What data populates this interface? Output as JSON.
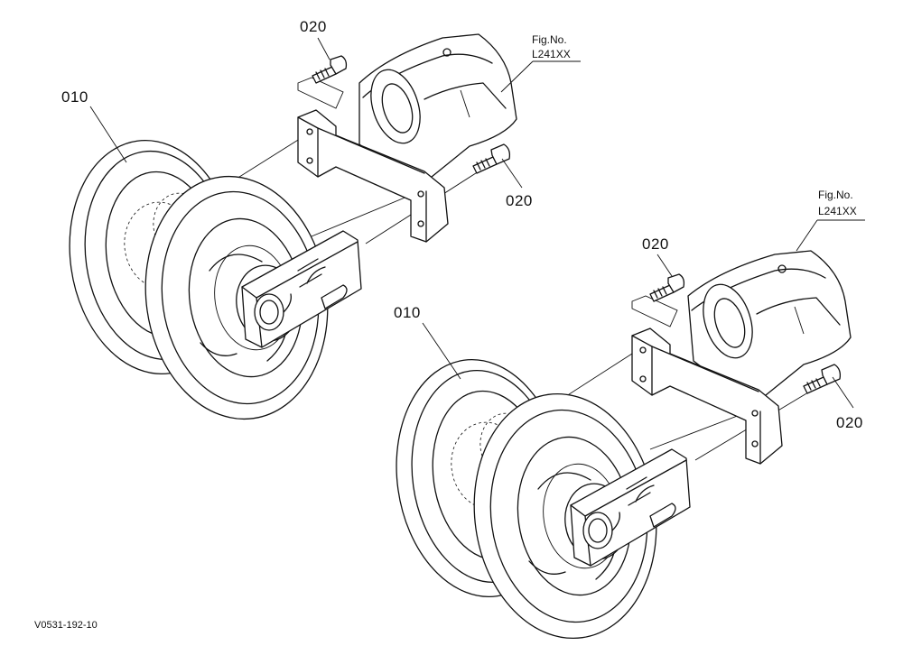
{
  "drawing_code": "V0531-192-10",
  "assemblies": [
    {
      "idler_label": "010",
      "bolt_top_label": "020",
      "bolt_right_label": "020",
      "ref_fig_label": "Fig.No.",
      "ref_fig_number": "L241XX"
    },
    {
      "idler_label": "010",
      "bolt_top_label": "020",
      "bolt_right_label": "020",
      "ref_fig_label": "Fig.No.",
      "ref_fig_number": "L241XX"
    }
  ]
}
